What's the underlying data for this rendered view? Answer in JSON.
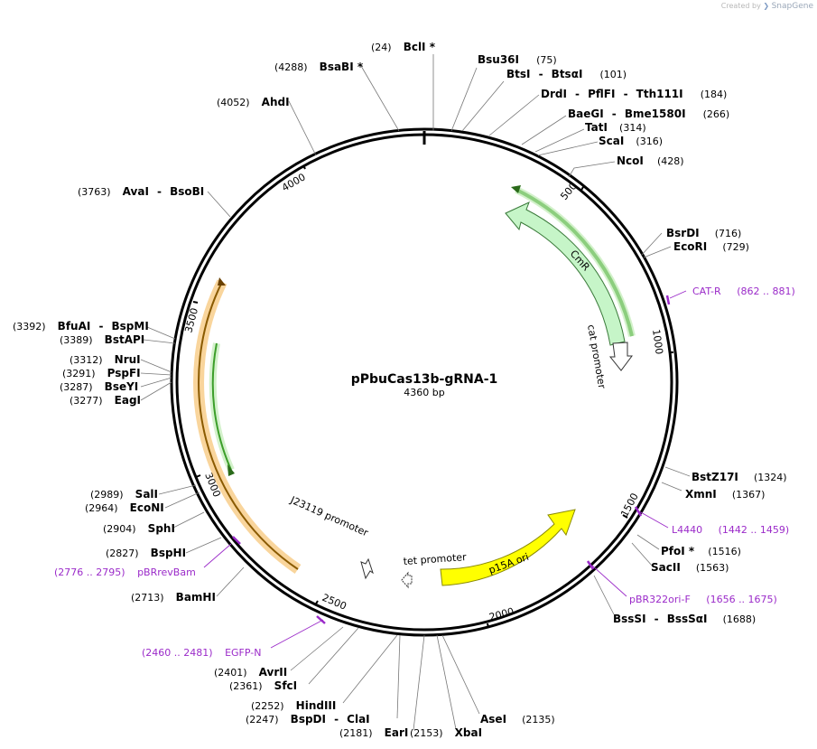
{
  "credit": {
    "prefix": "Created by",
    "brand": "SnapGene"
  },
  "plasmid": {
    "name": "pPbuCas13b-gRNA-1",
    "length_label": "4360 bp",
    "length": 4360
  },
  "ticks": [
    "500",
    "1000",
    "1500",
    "2000",
    "2500",
    "3000",
    "3500",
    "4000"
  ],
  "sites": [
    {
      "name": "BclI *",
      "pos": "(24)"
    },
    {
      "name": "Bsu36I",
      "pos": "(75)"
    },
    {
      "name": "BtsI",
      "sep": "-",
      "name2": "BtsαI",
      "pos": "(101)"
    },
    {
      "name": "DrdI",
      "sep": "-",
      "name2": "PflFI",
      "sep2": "-",
      "name3": "Tth111I",
      "pos": "(184)"
    },
    {
      "name": "BaeGI",
      "sep": "-",
      "name2": "Bme1580I",
      "pos": "(266)"
    },
    {
      "name": "TatI",
      "pos": "(314)"
    },
    {
      "name": "ScaI",
      "pos": "(316)"
    },
    {
      "name": "NcoI",
      "pos": "(428)"
    },
    {
      "name": "BsrDI",
      "pos": "(716)"
    },
    {
      "name": "EcoRI",
      "pos": "(729)"
    },
    {
      "name": "BstZ17I",
      "pos": "(1324)"
    },
    {
      "name": "XmnI",
      "pos": "(1367)"
    },
    {
      "name": "PfoI *",
      "pos": "(1516)"
    },
    {
      "name": "SacII",
      "pos": "(1563)"
    },
    {
      "name": "BssSI",
      "sep": "-",
      "name2": "BssSαI",
      "pos": "(1688)"
    },
    {
      "name": "AseI",
      "pos": "(2135)"
    },
    {
      "name": "XbaI",
      "pos": "(2153)"
    },
    {
      "name": "EarI",
      "pos": "(2181)"
    },
    {
      "name": "BspDI",
      "sep": "-",
      "name2": "ClaI",
      "pos": "(2247)"
    },
    {
      "name": "HindIII",
      "pos": "(2252)"
    },
    {
      "name": "SfcI",
      "pos": "(2361)"
    },
    {
      "name": "AvrII",
      "pos": "(2401)"
    },
    {
      "name": "BamHI",
      "pos": "(2713)"
    },
    {
      "name": "BspHI",
      "pos": "(2827)"
    },
    {
      "name": "SphI",
      "pos": "(2904)"
    },
    {
      "name": "EcoNI",
      "pos": "(2964)"
    },
    {
      "name": "SalI",
      "pos": "(2989)"
    },
    {
      "name": "EagI",
      "pos": "(3277)"
    },
    {
      "name": "BseYI",
      "pos": "(3287)"
    },
    {
      "name": "PspFI",
      "pos": "(3291)"
    },
    {
      "name": "NruI",
      "pos": "(3312)"
    },
    {
      "name": "BstAPI",
      "pos": "(3389)"
    },
    {
      "name": "BfuAI",
      "sep": "-",
      "name2": "BspMI",
      "pos": "(3392)"
    },
    {
      "name": "AvaI",
      "sep": "-",
      "name2": "BsoBI",
      "pos": "(3763)"
    },
    {
      "name": "AhdI",
      "pos": "(4052)"
    },
    {
      "name": "BsaBI *",
      "pos": "(4288)"
    }
  ],
  "primers": [
    {
      "name": "CAT-R",
      "range": "(862 .. 881)"
    },
    {
      "name": "L4440",
      "range": "(1442 .. 1459)"
    },
    {
      "name": "pBR322ori-F",
      "range": "(1656 .. 1675)"
    },
    {
      "name": "EGFP-N",
      "range": "(2460 .. 2481)"
    },
    {
      "name": "pBRrevBam",
      "range": "(2776 .. 2795)"
    }
  ],
  "features": [
    {
      "name": "CmR",
      "start": 440,
      "end": 1000,
      "color": "#c6f5c8",
      "stroke": "#2a8a2a"
    },
    {
      "name": "cat promoter",
      "color": "#ffffff",
      "stroke": "#333333"
    },
    {
      "name": "p15A ori",
      "color": "#ffff00",
      "stroke": "#8a8a00"
    },
    {
      "name": "tet promoter",
      "color": "#ffffff",
      "stroke": "#333333"
    },
    {
      "name": "J23119 promoter",
      "color": "#ffffff",
      "stroke": "#333333"
    }
  ],
  "colors": {
    "primer": "#9b2bc9",
    "orange_feature": "#f4b24a",
    "green_feature": "#3c9e2a",
    "cmr_fill": "#c6f5c8",
    "p15a_fill": "#ffff00"
  }
}
